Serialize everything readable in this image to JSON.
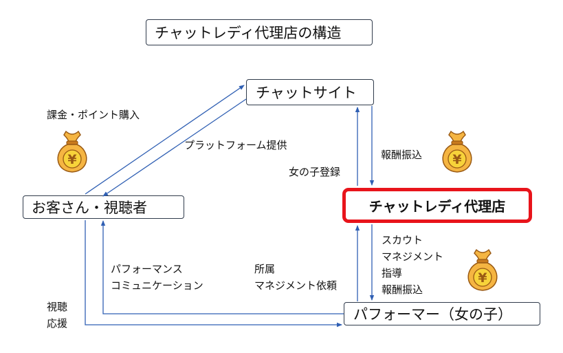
{
  "title": "チャットレディ代理店の構造",
  "nodes": {
    "chat_site": "チャットサイト",
    "customer": "お客さん・視聴者",
    "agency": "チャットレディ代理店",
    "performer": "パフォーマー（女の子）"
  },
  "edge_labels": {
    "billing": "課金・ポイント購入",
    "platform": "プラットフォーム提供",
    "register": "女の子登録",
    "reward_site": "報酬振込",
    "performance": [
      "パフォーマンス",
      "コミュニケーション"
    ],
    "affiliation": [
      "所属",
      "マネジメント依頼"
    ],
    "agency_services": [
      "スカウト",
      "マネジメント",
      "指導",
      "報酬振込"
    ],
    "viewing": [
      "視聴",
      "応援"
    ]
  },
  "icons": {
    "money_bag": "money-bag-icon",
    "currency_symbol": "¥"
  },
  "colors": {
    "arrow": "#2f5fb3",
    "agency_border": "#e8141b",
    "bag_fill": "#f5b542",
    "bag_stroke": "#9a5a14",
    "yen_coin": "#f7d33a"
  }
}
